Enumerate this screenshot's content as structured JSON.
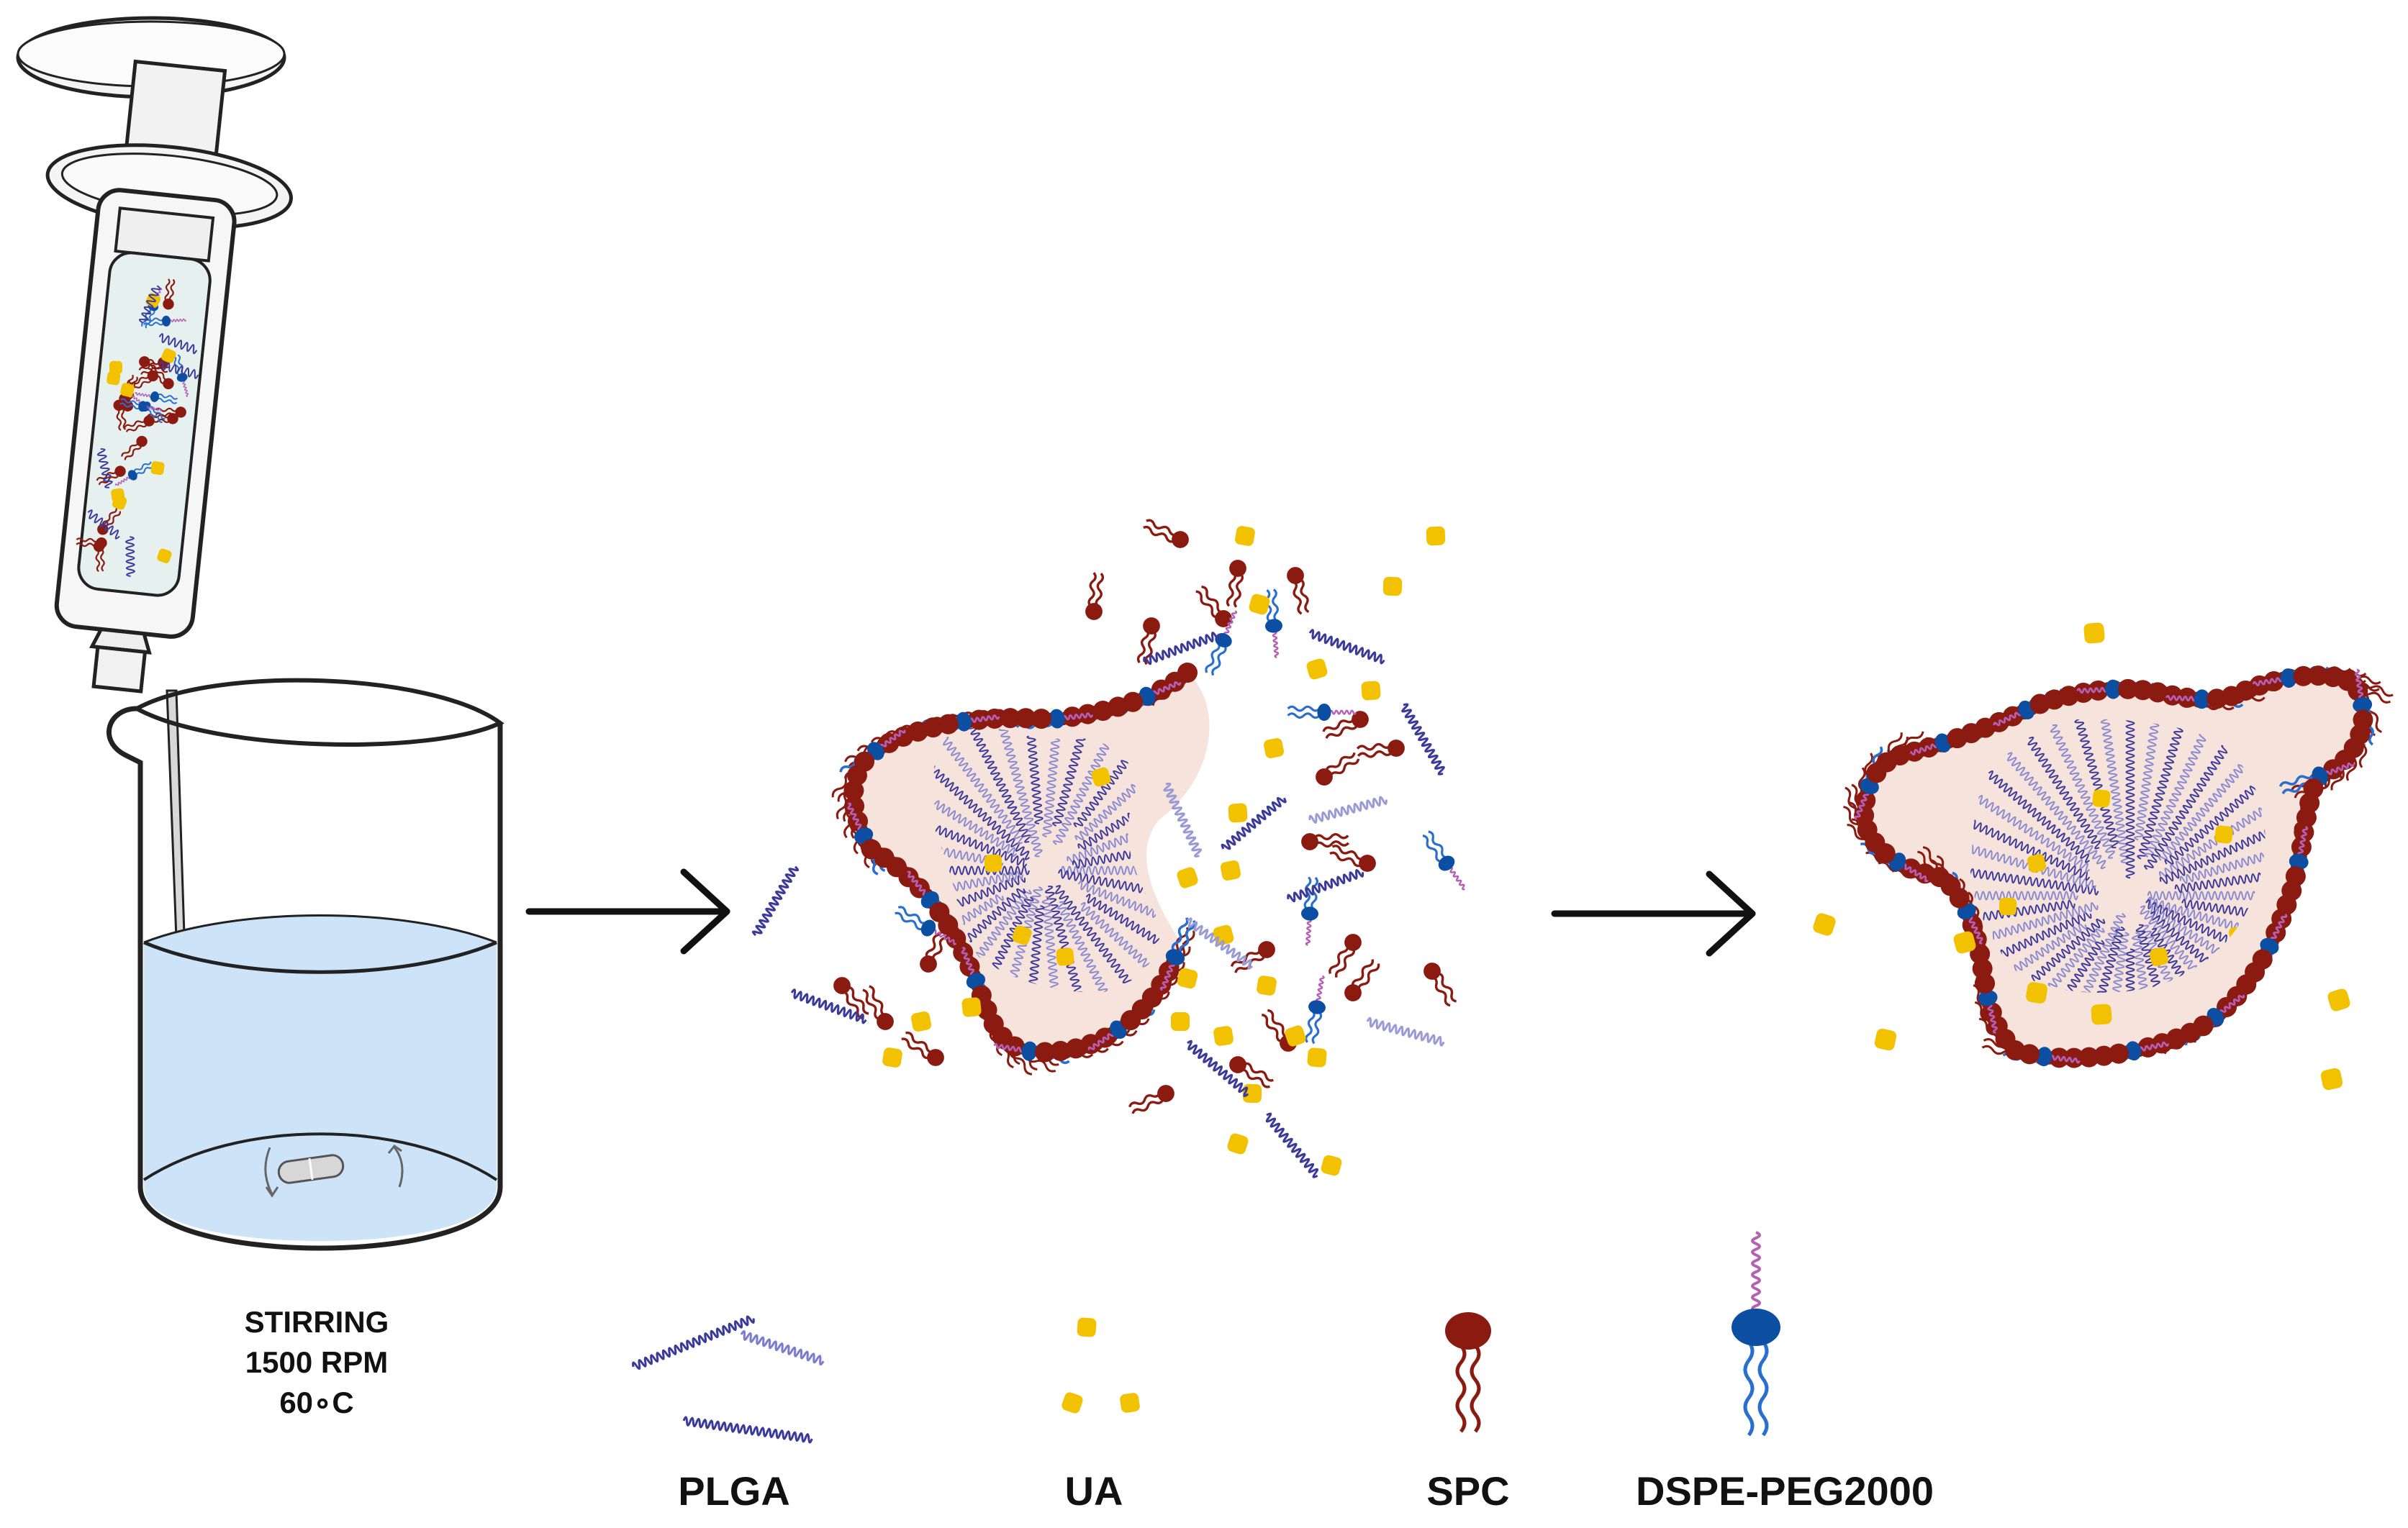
{
  "process": {
    "conditions": [
      "STIRRING",
      "1500 RPM",
      "60∘C"
    ]
  },
  "legend": [
    {
      "key": "plga",
      "label": "PLGA"
    },
    {
      "key": "ua",
      "label": "UA"
    },
    {
      "key": "spc",
      "label": "SPC"
    },
    {
      "key": "dspe",
      "label": "DSPE-PEG2000"
    }
  ],
  "colors": {
    "plga": "#3b3a9a",
    "ua": "#f2c200",
    "spc": "#8b1a10",
    "dspe_head": "#0b4ea2",
    "dspe_tail": "#2a6fd0",
    "peg": "#b560b5",
    "water": "#cde3f8",
    "arrow": "#111111"
  }
}
